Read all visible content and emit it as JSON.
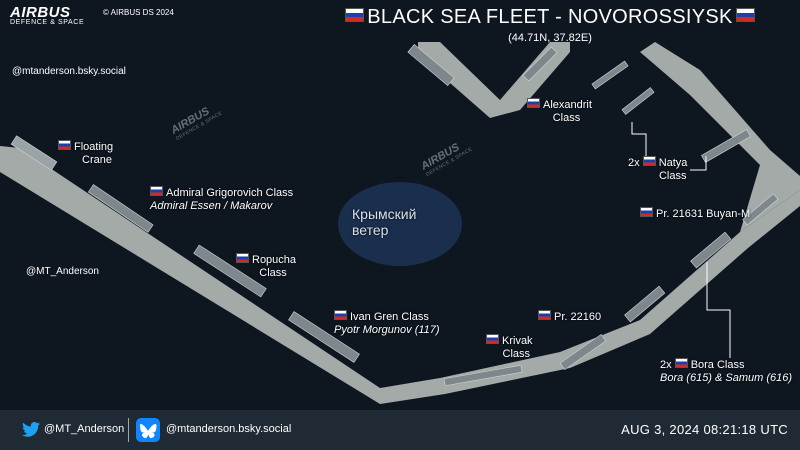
{
  "header": {
    "brand": "AIRBUS",
    "brand_sub": "DEFENCE & SPACE",
    "copyright": "© AIRBUS DS 2024",
    "title": "BLACK SEA FLEET - NOVOROSSIYSK",
    "coords": "(44.71N, 37.82E)",
    "handle_top": "@mtanderson.bsky.social",
    "handle_left": "@MT_Anderson"
  },
  "watermarks": {
    "brand": "AIRBUS",
    "sub": "DEFENCE & SPACE",
    "logo_line1": "Крымский",
    "logo_line2": "ветер"
  },
  "labels": {
    "floating_crane": {
      "line1": "Floating",
      "line2": "Crane"
    },
    "admiral": {
      "line1": "Admiral Grigorovich Class",
      "line2": "Admiral Essen / Makarov"
    },
    "ropucha": {
      "line1": "Ropucha",
      "line2": "Class"
    },
    "ivan_gren": {
      "line1": "Ivan Gren Class",
      "line2": "Pyotr Morgunov (117)"
    },
    "pr22160": {
      "line1": "Pr. 22160"
    },
    "krivak": {
      "line1": "Krivak",
      "line2": "Class"
    },
    "alexandrit": {
      "line1": "Alexandrit",
      "line2": "Class"
    },
    "natya": {
      "prefix": "2x",
      "line1": "Natya",
      "line2": "Class"
    },
    "buyan": {
      "line1": "Pr. 21631 Buyan-M"
    },
    "bora": {
      "prefix": "2x",
      "line1": "Bora Class",
      "line2": "Bora (615) & Samum (616)"
    }
  },
  "footer": {
    "twitter_icon": "twitter-bird-icon",
    "twitter_handle": "@MT_Anderson",
    "bluesky_icon": "bluesky-butterfly-icon",
    "bluesky_handle": "@mtanderson.bsky.social",
    "timestamp": "AUG 3, 2024 08:21:18 UTC"
  },
  "colors": {
    "water": "#0e1620",
    "pier": "#a3aaa8",
    "footer_bg": "#1f2a35",
    "flag_white": "#ffffff",
    "flag_blue": "#1c3fb0",
    "flag_red": "#d52b1e"
  }
}
